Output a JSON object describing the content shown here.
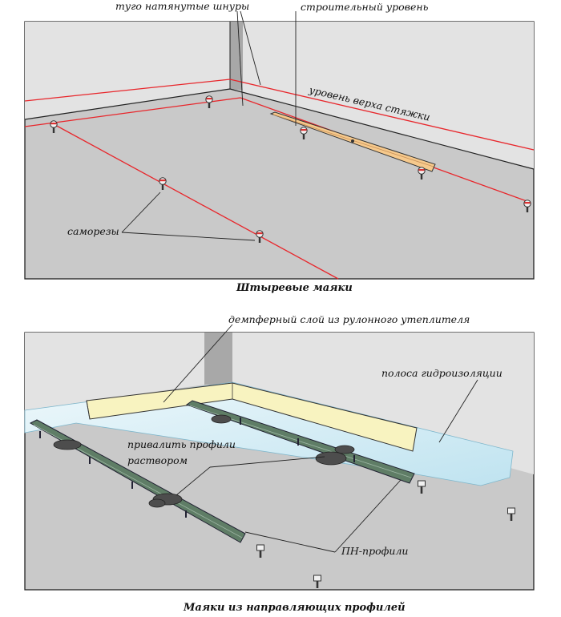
{
  "top_panel": {
    "labels": {
      "cords": "туго натянутые шнуры",
      "level_tool": "строительный уровень",
      "screed_level": "уровень верха стяжки",
      "screws": "саморезы"
    },
    "caption": "Штыревые маяки"
  },
  "bottom_panel": {
    "labels": {
      "damper": "демпферный слой из рулонного утеплителя",
      "waterproof": "полоса гидроизоляции",
      "mortar_line1": "привалить профили",
      "mortar_line2": "раствором",
      "profiles": "ПН-профили"
    },
    "caption": "Маяки из направляющих профилей"
  },
  "colors": {
    "floor": "#c9c9c9",
    "wall_back": "#e3e3e3",
    "wall_left": "#a8a8a8",
    "cord": "#e8262b",
    "level_tool": "#f6c98c",
    "damper": "#f8f3c0",
    "waterproof": "#d6eef6",
    "profile": "#5f7d66"
  }
}
